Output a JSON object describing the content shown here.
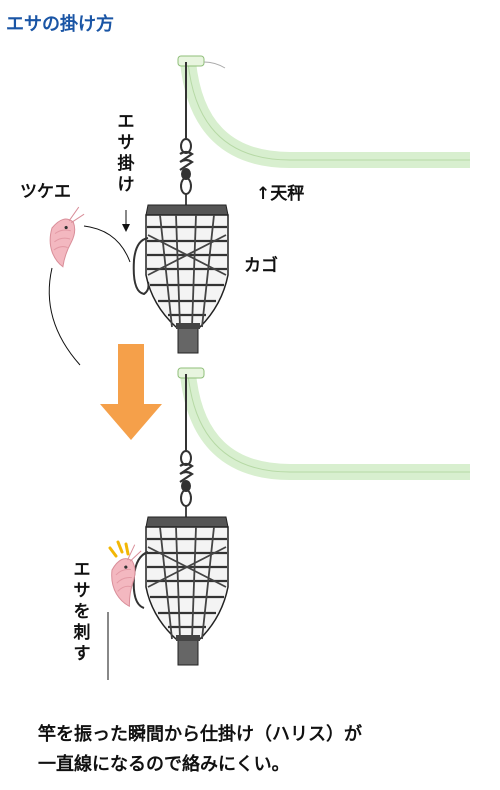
{
  "title": "エサの掛け方",
  "labels": {
    "esakake": "エサ掛け",
    "tsukee": "ツケエ",
    "tenbin": "↑天秤",
    "kago": "カゴ",
    "esa_sasu": "エサを刺す"
  },
  "caption_line1": "竿を振った瞬間から仕掛け（ハリス）が",
  "caption_line2": "一直線になるので絡みにくい。",
  "colors": {
    "title": "#1a55a5",
    "rod": "#d8efcf",
    "arrow": "#f5a04a",
    "shrimp": "#f3b8c0",
    "sparkle": "#f2b705"
  }
}
